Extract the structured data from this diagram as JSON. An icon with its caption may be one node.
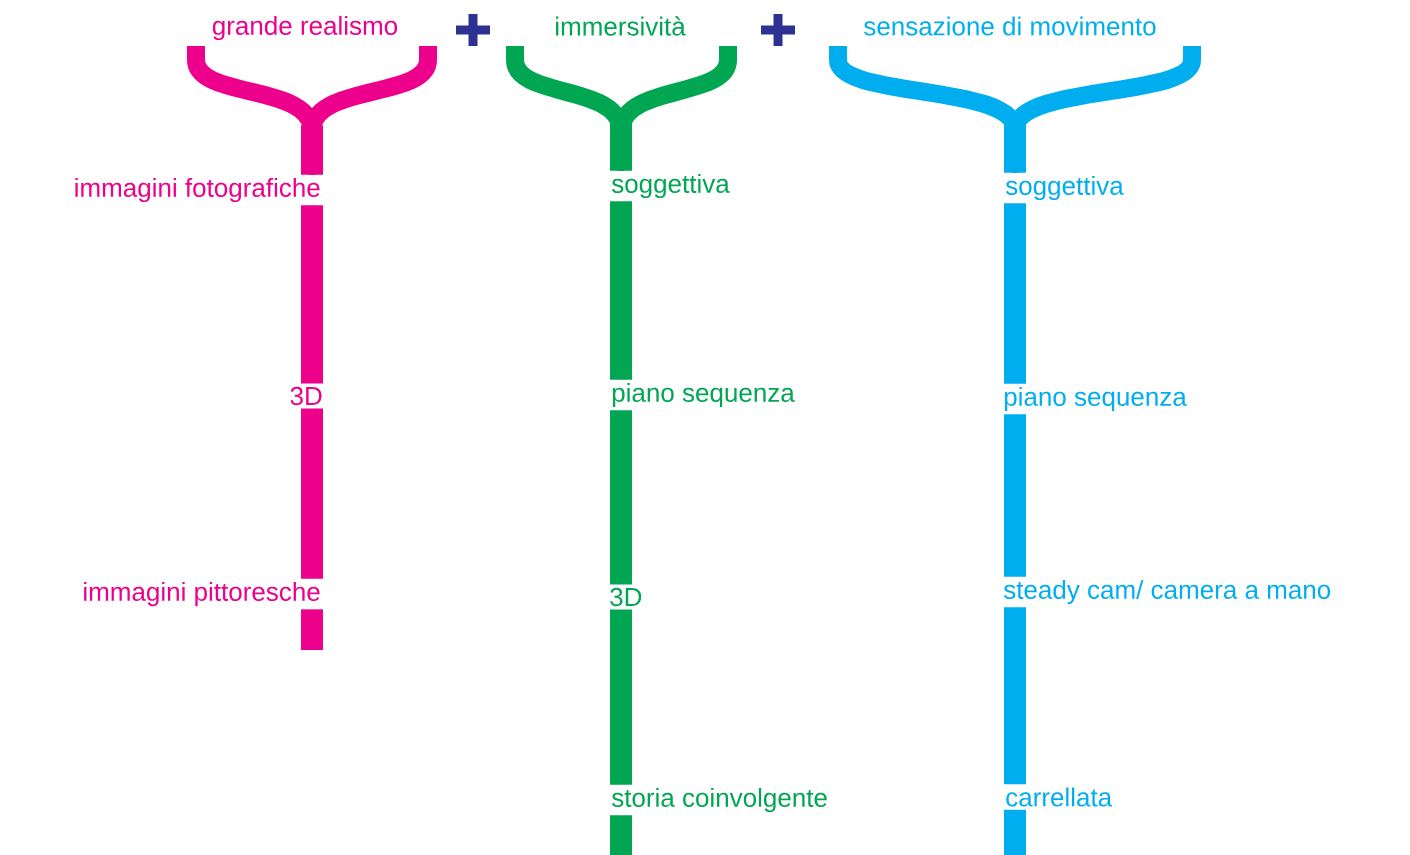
{
  "diagram": {
    "nodes": [
      {
        "text": [
          "grande realismo"
        ]
      },
      {
        "text": [
          "immagini fotografiche"
        ]
      },
      {
        "text": [
          "3D"
        ]
      },
      {
        "text": [
          "immagini pittoresche"
        ]
      },
      {
        "text": [
          "immersività"
        ]
      },
      {
        "text": [
          "soggettiva"
        ]
      },
      {
        "text": [
          "piano sequenza"
        ]
      },
      {
        "text": [
          "3D"
        ]
      },
      {
        "text": [
          "storia coinvolgente"
        ]
      },
      {
        "text": [
          "sensazione di movimento"
        ]
      },
      {
        "text": [
          "soggettiva"
        ]
      },
      {
        "text": [
          "piano sequenza"
        ]
      },
      {
        "text": [
          "steady cam/ camera a mano"
        ]
      },
      {
        "text": [
          "carrellata"
        ]
      }
    ],
    "edges": [
      {
        "from": 0,
        "to": 1,
        "arrow": "none",
        "color": "#ec008c"
      },
      {
        "from": 1,
        "to": 2,
        "arrow": "none",
        "color": "#ec008c"
      },
      {
        "from": 2,
        "to": 3,
        "arrow": "none",
        "color": "#ec008c"
      },
      {
        "from": 3,
        "to": null,
        "arrow": "none",
        "color": "#ec008c"
      },
      {
        "from": 4,
        "to": 5,
        "arrow": "none",
        "color": "#00a651"
      },
      {
        "from": 5,
        "to": 6,
        "arrow": "none",
        "color": "#00a651"
      },
      {
        "from": 6,
        "to": 7,
        "arrow": "none",
        "color": "#00a651"
      },
      {
        "from": 7,
        "to": 8,
        "arrow": "none",
        "color": "#00a651"
      },
      {
        "from": 8,
        "to": null,
        "arrow": "none",
        "color": "#00a651"
      },
      {
        "from": 9,
        "to": 10,
        "arrow": "none",
        "color": "#00aeef"
      },
      {
        "from": 10,
        "to": 11,
        "arrow": "none",
        "color": "#00aeef"
      },
      {
        "from": 11,
        "to": 12,
        "arrow": "none",
        "color": "#00aeef"
      },
      {
        "from": 12,
        "to": 13,
        "arrow": "none",
        "color": "#00aeef"
      },
      {
        "from": 13,
        "to": null,
        "arrow": "none",
        "color": "#00aeef"
      }
    ]
  }
}
